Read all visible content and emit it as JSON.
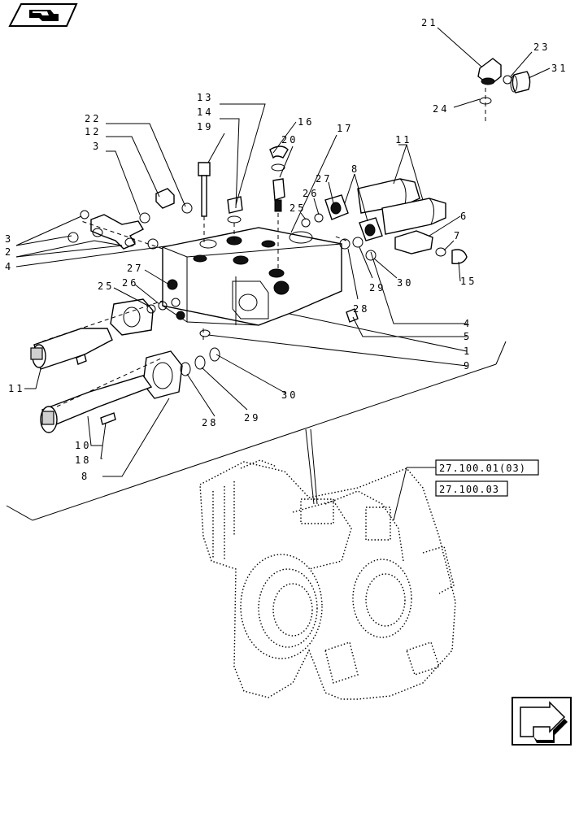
{
  "references": [
    "27.100.01(03)",
    "27.100.03"
  ],
  "callouts": [
    {
      "id": "c21",
      "text": "21"
    },
    {
      "id": "c23",
      "text": "23"
    },
    {
      "id": "c31",
      "text": "31"
    },
    {
      "id": "c24",
      "text": "24"
    },
    {
      "id": "c13",
      "text": "13"
    },
    {
      "id": "c14",
      "text": "14"
    },
    {
      "id": "c19",
      "text": "19"
    },
    {
      "id": "c16",
      "text": "16"
    },
    {
      "id": "c17",
      "text": "17"
    },
    {
      "id": "c20",
      "text": "20"
    },
    {
      "id": "c22",
      "text": "22"
    },
    {
      "id": "c12",
      "text": "12"
    },
    {
      "id": "c3a",
      "text": "3"
    },
    {
      "id": "c11a",
      "text": "11"
    },
    {
      "id": "c27a",
      "text": "27"
    },
    {
      "id": "c8a",
      "text": "8"
    },
    {
      "id": "c26a",
      "text": "26"
    },
    {
      "id": "c25a",
      "text": "25"
    },
    {
      "id": "c6",
      "text": "6"
    },
    {
      "id": "c7",
      "text": "7"
    },
    {
      "id": "c15",
      "text": "15"
    },
    {
      "id": "c3b",
      "text": "3"
    },
    {
      "id": "c2",
      "text": "2"
    },
    {
      "id": "c3c",
      "text": "3"
    },
    {
      "id": "c4a",
      "text": "4"
    },
    {
      "id": "c27b",
      "text": "27"
    },
    {
      "id": "c25b",
      "text": "25"
    },
    {
      "id": "c26b",
      "text": "26"
    },
    {
      "id": "c29a",
      "text": "29"
    },
    {
      "id": "c30a",
      "text": "30"
    },
    {
      "id": "c28a",
      "text": "28"
    },
    {
      "id": "c4b",
      "text": "4"
    },
    {
      "id": "c5",
      "text": "5"
    },
    {
      "id": "c1",
      "text": "1"
    },
    {
      "id": "c9",
      "text": "9"
    },
    {
      "id": "c11b",
      "text": "11"
    },
    {
      "id": "c30b",
      "text": "30"
    },
    {
      "id": "c28b",
      "text": "28"
    },
    {
      "id": "c29b",
      "text": "29"
    },
    {
      "id": "c10",
      "text": "10"
    },
    {
      "id": "c18",
      "text": "18"
    },
    {
      "id": "c8b",
      "text": "8"
    }
  ]
}
